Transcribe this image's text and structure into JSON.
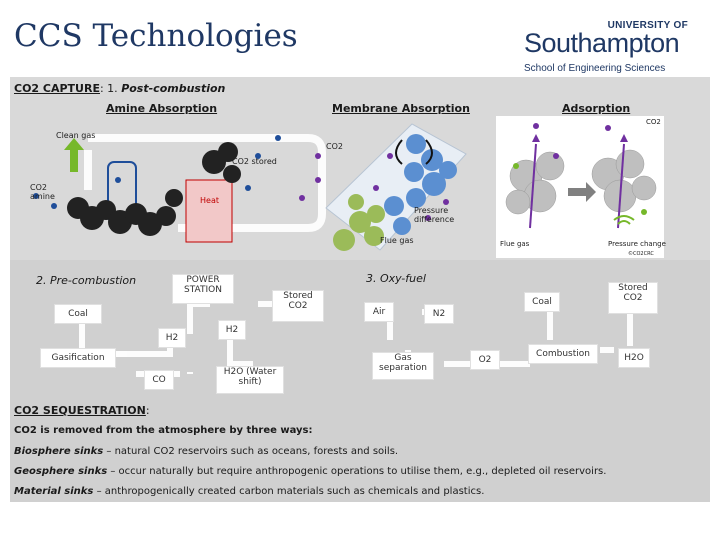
{
  "slide_title": "CCS Technologies",
  "logo": {
    "line1": "UNIVERSITY OF",
    "line2": "Southampton",
    "line3": "School of Engineering Sciences"
  },
  "capture": {
    "heading": "CO2 CAPTURE",
    "heading_suffix": ": 1.",
    "post_label": "Post-combustion",
    "amine_title": "Amine Absorption",
    "membrane_title": "Membrane Absorption",
    "adsorption_title": "Adsorption",
    "amine_labels": {
      "clean_gas": "Clean gas",
      "co2_stored": "CO2 stored",
      "co2_amine": "CO2 amine",
      "heat": "Heat"
    },
    "membrane_labels": {
      "co2": "CO2",
      "pressure": "Pressure difference",
      "flue": "Flue gas"
    },
    "adsorption_labels": {
      "co2": "CO2",
      "flue": "Flue gas",
      "pressure_change": "Pressure change",
      "credit": "©CO2CRC"
    }
  },
  "pre": {
    "title": "2. Pre-combustion",
    "power_station": "POWER STATION",
    "stored_co2": "Stored CO2",
    "coal": "Coal",
    "h2_left": "H2",
    "h2_right": "H2",
    "gasification": "Gasification",
    "co": "CO",
    "h2o_shift": "H2O (Water shift)"
  },
  "oxy": {
    "title": "3. Oxy-fuel",
    "coal": "Coal",
    "stored_co2": "Stored CO2",
    "air": "Air",
    "n2": "N2",
    "gas_separation": "Gas separation",
    "o2": "O2",
    "combustion": "Combustion",
    "h2o": "H2O"
  },
  "sequestration": {
    "heading": "CO2 SEQUESTRATION",
    "heading_suffix": ":",
    "intro": "CO2 is removed from the atmosphere by three ways:",
    "items": [
      {
        "term": "Biosphere sinks",
        "text": " – natural CO2 reservoirs such as oceans, forests and soils."
      },
      {
        "term": "Geosphere sinks",
        "text": " – occur naturally but require anthropogenic operations to utilise them, e.g., depleted oil reservoirs."
      },
      {
        "term": "Material sinks",
        "text": " – anthropogenically created carbon materials such as chemicals and plastics."
      }
    ]
  },
  "colors": {
    "title_blue": "#1f3864",
    "panel_gray": "#d9d9d9",
    "amine_dark": "#222222",
    "membrane_blue": "#5b8fd1",
    "membrane_green": "#9bbb59",
    "heat_pink": "#f2c8c8",
    "arrow_green": "#76b82a",
    "flow_purple": "#7030a0"
  }
}
